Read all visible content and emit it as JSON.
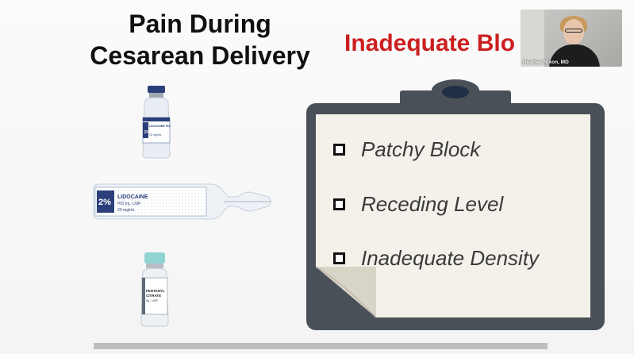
{
  "slide": {
    "title_line1": "Pain During",
    "title_line2": "Cesarean Delivery",
    "subtitle": "Inadequate Blo",
    "checklist": [
      {
        "label": "Patchy Block"
      },
      {
        "label": "Receding Level"
      },
      {
        "label": "Inadequate Density"
      }
    ],
    "vials": {
      "lidocaine_vial": {
        "brand": "LIDOCAINE HCl",
        "percent": "1%",
        "conc": "10 mg/mL"
      },
      "lidocaine_ampule": {
        "percent": "2%",
        "brand": "LIDOCAINE",
        "line2": "HCl Inj., USP",
        "conc": "20 mg/mL"
      },
      "fentanyl": {
        "line1": "FENTANYL",
        "line2": "CITRATE",
        "line3": "Inj., USP"
      }
    },
    "colors": {
      "title": "#111111",
      "subtitle": "#cc1f1f",
      "clipboard_frame": "#4a5058",
      "paper": "#f4f1ea"
    }
  },
  "webcam": {
    "name": "Heather Nixon, MD"
  },
  "progress": {
    "fraction": 1.0
  }
}
